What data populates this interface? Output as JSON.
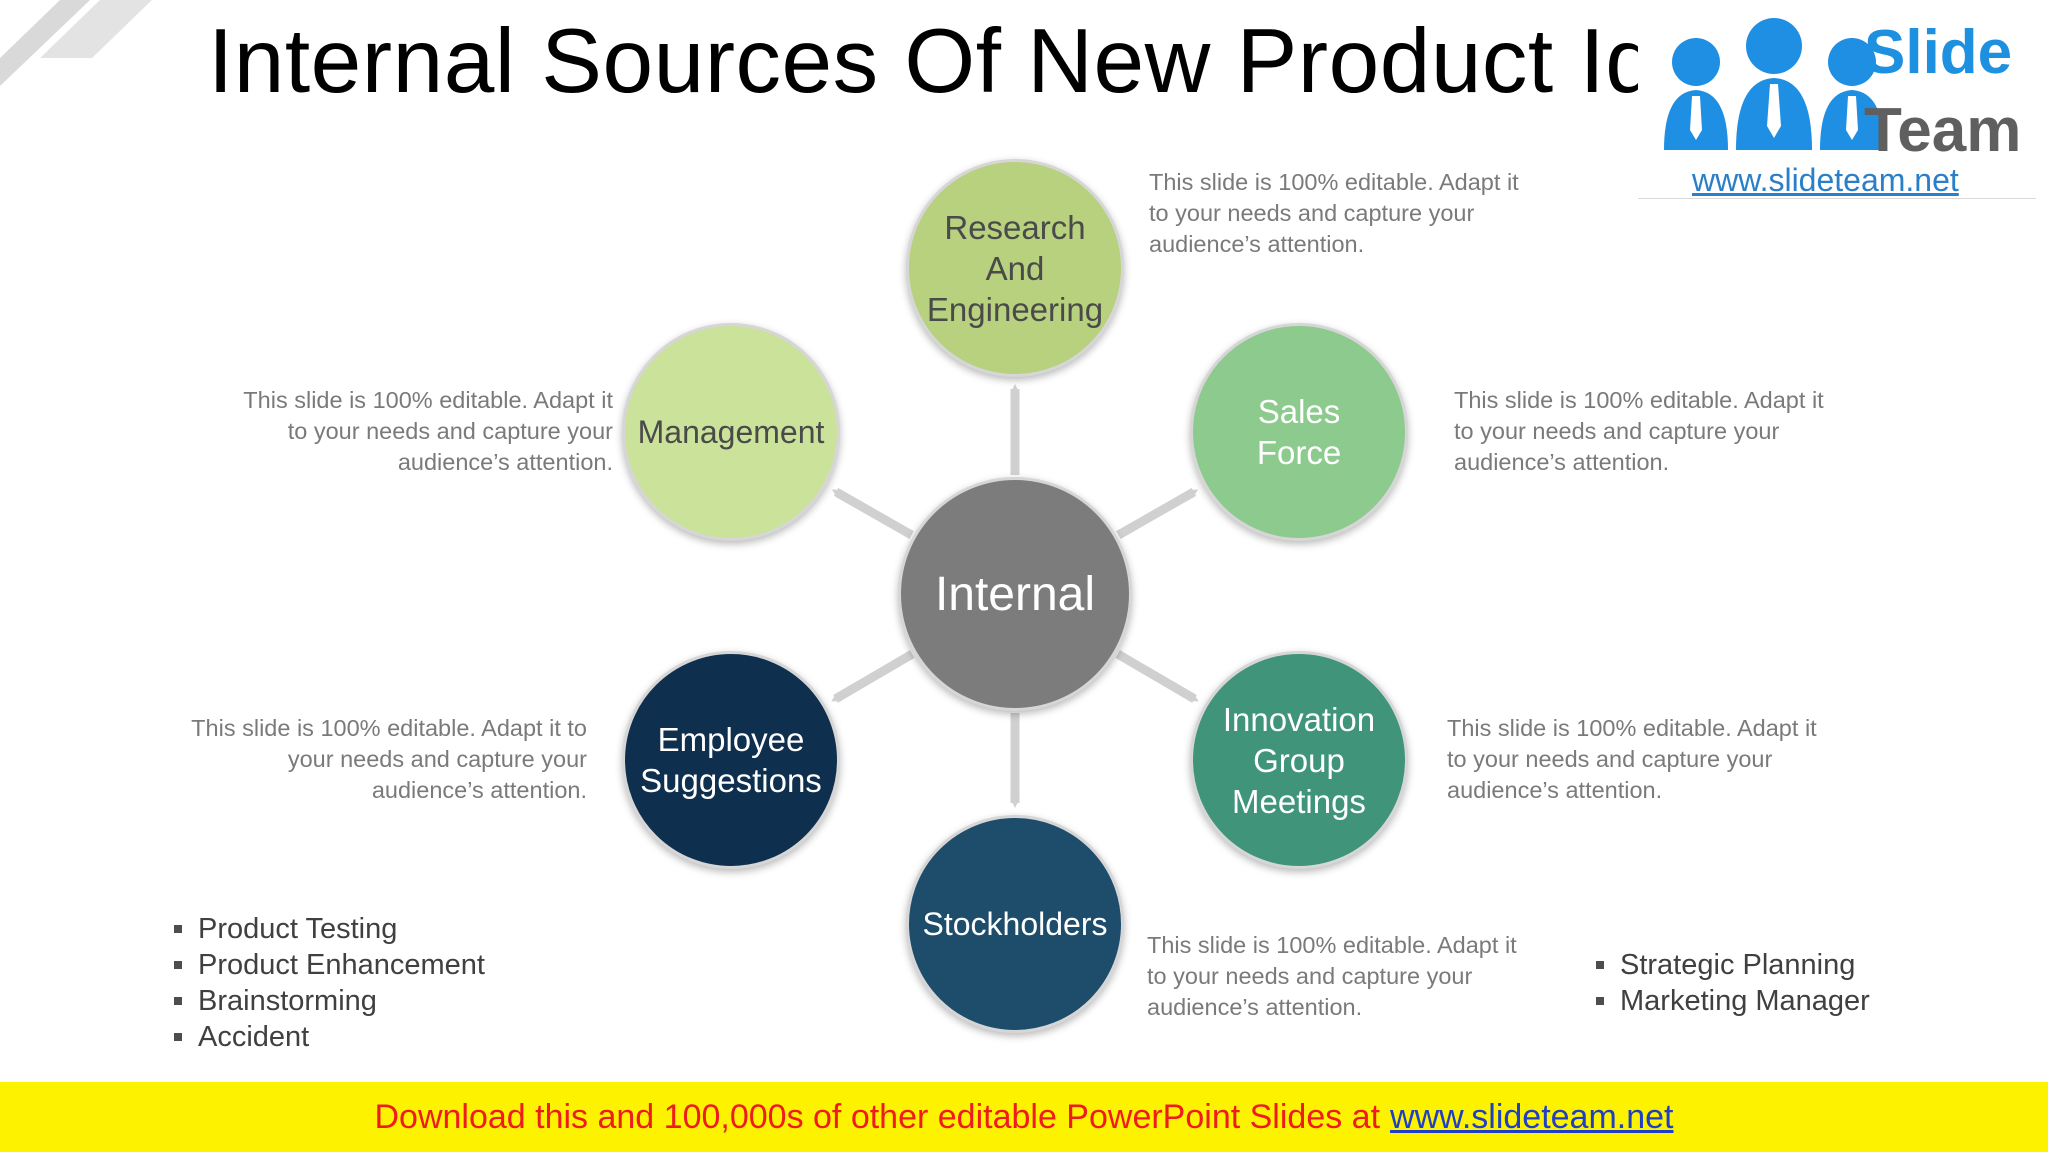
{
  "slide": {
    "title": "Internal Sources Of New Product Ideas"
  },
  "logo": {
    "word1": "Slide",
    "word2": "Team",
    "url": "www.slideteam.net"
  },
  "diagram": {
    "center": {
      "label": "Internal",
      "color": "#7d7c7d"
    },
    "nodes": [
      {
        "id": "research",
        "label": "Research\nAnd\nEngineering",
        "color": "#b7d17f",
        "text_color": "#4a4a4a"
      },
      {
        "id": "sales",
        "label": "Sales\nForce",
        "color": "#8dca8d",
        "text_color": "#ffffff"
      },
      {
        "id": "innovation",
        "label": "Innovation\nGroup\nMeetings",
        "color": "#3f9479",
        "text_color": "#ffffff"
      },
      {
        "id": "stockholders",
        "label": "Stockholders",
        "color": "#1d4d6b",
        "text_color": "#ffffff"
      },
      {
        "id": "employee",
        "label": "Employee\nSuggestions",
        "color": "#0f2f4e",
        "text_color": "#ffffff"
      },
      {
        "id": "management",
        "label": "Management",
        "color": "#cbe29a",
        "text_color": "#4a4a4a"
      }
    ],
    "arrow_color": "#d0d0d0"
  },
  "descriptions": {
    "research": "This slide is 100% editable. Adapt it\nto your needs and capture your\naudience’s attention.",
    "sales": "This slide is 100% editable. Adapt it\nto your needs and capture your\naudience’s attention.",
    "innovation": "This slide is 100% editable. Adapt it\nto your needs and capture your\naudience’s attention.",
    "stockholders": "This slide is 100% editable. Adapt it\nto your needs and capture your\naudience’s attention.",
    "employee": "This slide is 100% editable. Adapt it to\nyour needs and capture your\naudience’s attention.",
    "management": "This slide is 100% editable. Adapt it\nto your needs and capture your\naudience’s attention."
  },
  "bullets_left": [
    "Product Testing",
    "Product Enhancement",
    "Brainstorming",
    "Accident"
  ],
  "bullets_right": [
    "Strategic Planning",
    "Marketing Manager"
  ],
  "footer": {
    "text": "Download this and 100,000s of other editable PowerPoint Slides at",
    "link": "www.slideteam.net"
  }
}
